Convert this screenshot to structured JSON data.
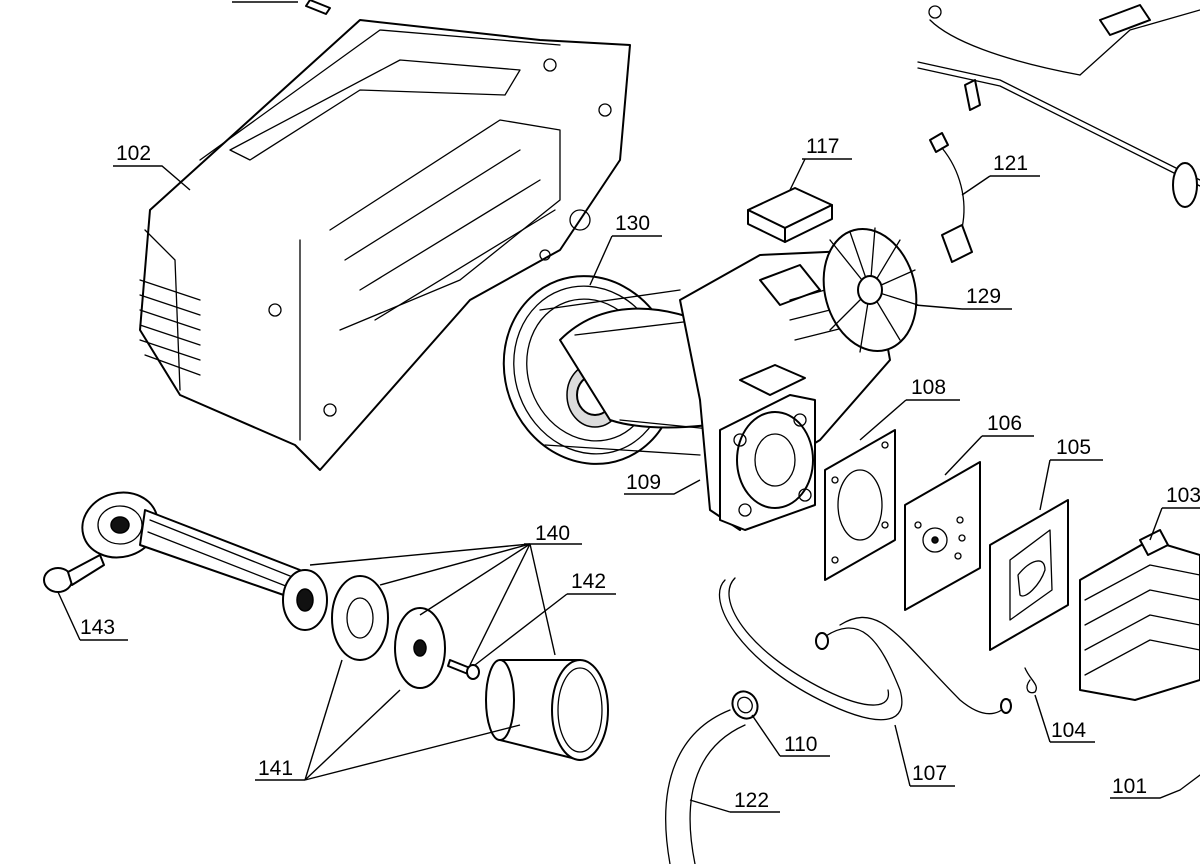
{
  "labels": {
    "l101": "101",
    "l102": "102",
    "l103": "103",
    "l104": "104",
    "l105": "105",
    "l106": "106",
    "l107": "107",
    "l108": "108",
    "l109": "109",
    "l110": "110",
    "l117": "117",
    "l121": "121",
    "l122": "122",
    "l129": "129",
    "l130": "130",
    "l140": "140",
    "l141": "141",
    "l142": "142",
    "l143": "143"
  }
}
